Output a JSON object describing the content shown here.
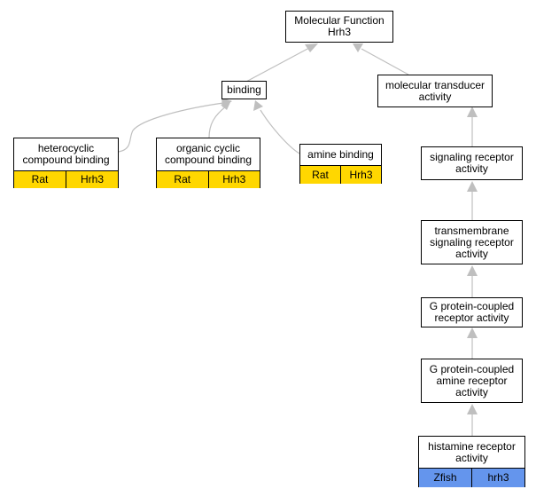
{
  "colors": {
    "edge": "#bfbfbf",
    "rat_fill": "#ffd700",
    "zfish_fill": "#6495ed"
  },
  "nodes": {
    "molecular_function": {
      "label": "Molecular Function\nHrh3"
    },
    "binding": {
      "label": "binding"
    },
    "molecular_transducer": {
      "label": "molecular transducer\nactivity"
    },
    "heterocyclic": {
      "label": "heterocyclic\ncompound binding",
      "tags": [
        "Rat",
        "Hrh3"
      ]
    },
    "organic_cyclic": {
      "label": "organic cyclic\ncompound binding",
      "tags": [
        "Rat",
        "Hrh3"
      ]
    },
    "amine_binding": {
      "label": "amine binding",
      "tags": [
        "Rat",
        "Hrh3"
      ]
    },
    "signaling_receptor": {
      "label": "signaling receptor\nactivity"
    },
    "transmembrane": {
      "label": "transmembrane\nsignaling receptor\nactivity"
    },
    "gpcr": {
      "label": "G protein-coupled\nreceptor activity"
    },
    "gpcr_amine": {
      "label": "G protein-coupled\namine receptor\nactivity"
    },
    "histamine": {
      "label": "histamine receptor\nactivity",
      "tags": [
        "Zfish",
        "hrh3"
      ]
    }
  }
}
